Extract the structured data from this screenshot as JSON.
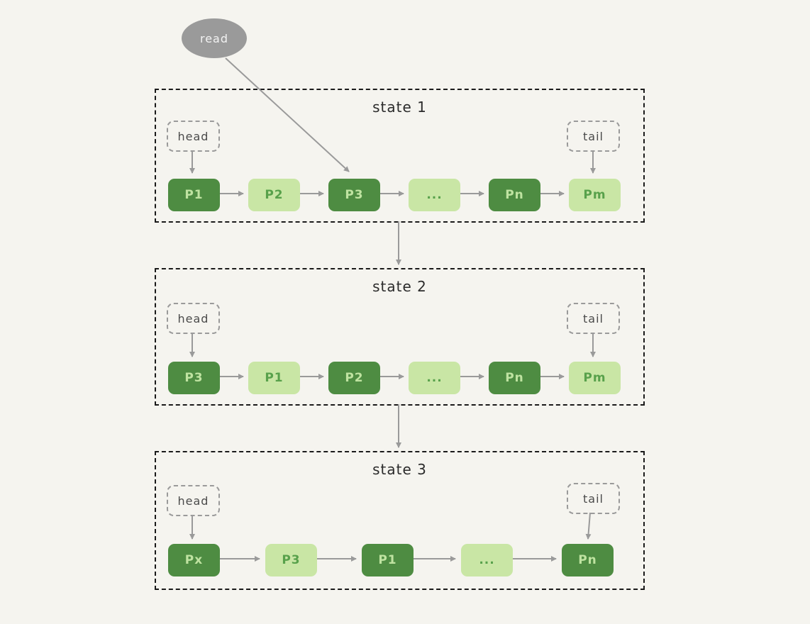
{
  "diagram": {
    "read_label": "read",
    "colors": {
      "background": "#f5f4ef",
      "node_dark": "#4e8c42",
      "node_light": "#c9e6a5",
      "node_dark_text": "#bfe3a1",
      "node_light_text": "#58a14b",
      "arrow": "#9a9a9a",
      "read_bubble": "#9a9a9a",
      "state_border": "#1a1a1a"
    },
    "states": [
      {
        "title": "state 1",
        "head_label": "head",
        "tail_label": "tail",
        "nodes": [
          {
            "label": "P1",
            "variant": "dark"
          },
          {
            "label": "P2",
            "variant": "light"
          },
          {
            "label": "P3",
            "variant": "dark"
          },
          {
            "label": "...",
            "variant": "light"
          },
          {
            "label": "Pn",
            "variant": "dark"
          },
          {
            "label": "Pm",
            "variant": "light"
          }
        ]
      },
      {
        "title": "state 2",
        "head_label": "head",
        "tail_label": "tail",
        "nodes": [
          {
            "label": "P3",
            "variant": "dark"
          },
          {
            "label": "P1",
            "variant": "light"
          },
          {
            "label": "P2",
            "variant": "dark"
          },
          {
            "label": "...",
            "variant": "light"
          },
          {
            "label": "Pn",
            "variant": "dark"
          },
          {
            "label": "Pm",
            "variant": "light"
          }
        ]
      },
      {
        "title": "state 3",
        "head_label": "head",
        "tail_label": "tail",
        "nodes": [
          {
            "label": "Px",
            "variant": "dark"
          },
          {
            "label": "P3",
            "variant": "light"
          },
          {
            "label": "P1",
            "variant": "dark"
          },
          {
            "label": "...",
            "variant": "light"
          },
          {
            "label": "Pn",
            "variant": "dark"
          }
        ]
      }
    ]
  }
}
